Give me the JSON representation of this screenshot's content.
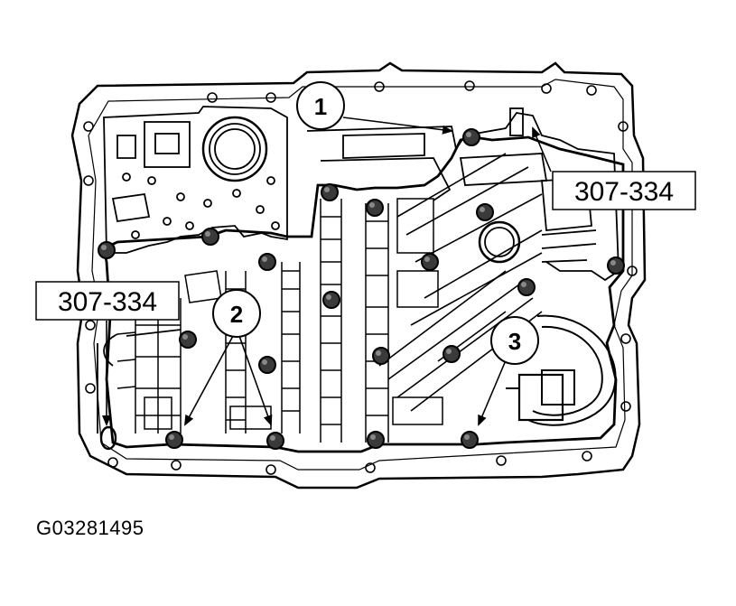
{
  "callouts": [
    {
      "number": "1"
    },
    {
      "number": "2"
    },
    {
      "number": "3"
    }
  ],
  "tool_labels": [
    "307-334",
    "307-334"
  ],
  "figure_id": "G03281495",
  "colors": {
    "line": "#000000",
    "bolt": "#3a3a3a",
    "background": "#ffffff"
  }
}
